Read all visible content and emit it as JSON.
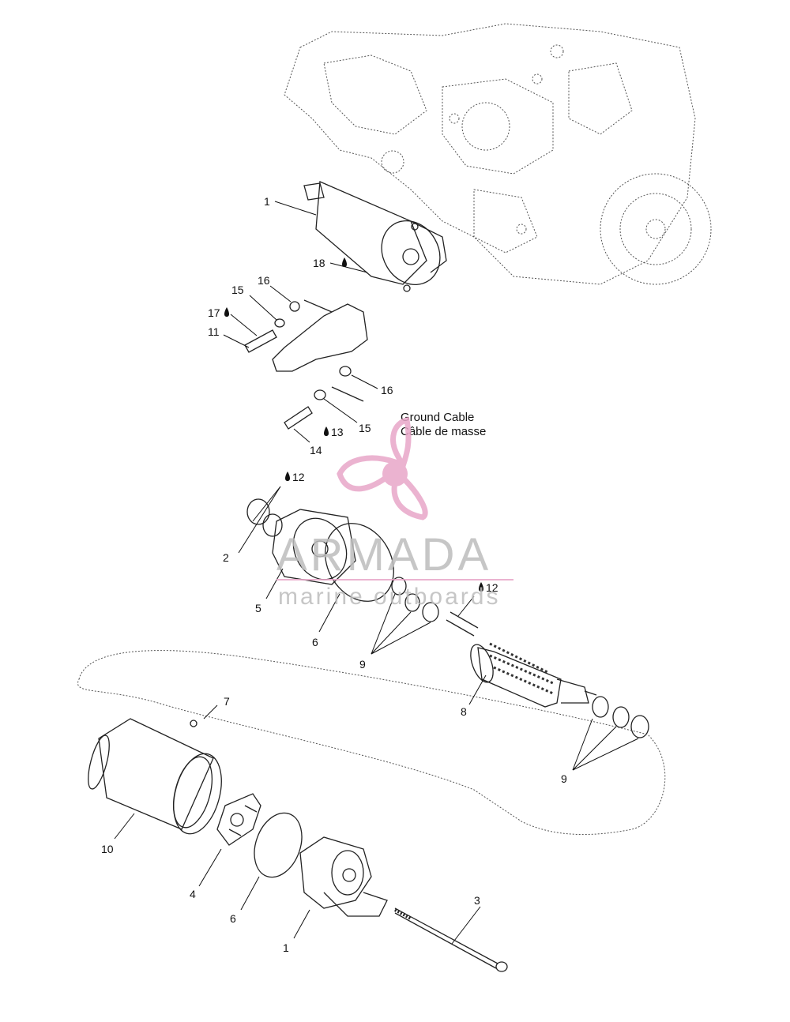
{
  "callouts": [
    {
      "id": "c1a",
      "text": "1"
    },
    {
      "id": "c18",
      "text": "18"
    },
    {
      "id": "c16a",
      "text": "16"
    },
    {
      "id": "c15a",
      "text": "15"
    },
    {
      "id": "c17",
      "text": "17"
    },
    {
      "id": "c11",
      "text": "11"
    },
    {
      "id": "c16b",
      "text": "16"
    },
    {
      "id": "c15b",
      "text": "15"
    },
    {
      "id": "c13",
      "text": "13"
    },
    {
      "id": "c14",
      "text": "14"
    },
    {
      "id": "c12a",
      "text": "12"
    },
    {
      "id": "c2",
      "text": "2"
    },
    {
      "id": "c5",
      "text": "5"
    },
    {
      "id": "c6a",
      "text": "6"
    },
    {
      "id": "c12b",
      "text": "12"
    },
    {
      "id": "c9a",
      "text": "9"
    },
    {
      "id": "c8",
      "text": "8"
    },
    {
      "id": "c7",
      "text": "7"
    },
    {
      "id": "c9b",
      "text": "9"
    },
    {
      "id": "c10",
      "text": "10"
    },
    {
      "id": "c4",
      "text": "4"
    },
    {
      "id": "c6b",
      "text": "6"
    },
    {
      "id": "c3",
      "text": "3"
    },
    {
      "id": "c1b",
      "text": "1"
    }
  ],
  "ground_cable": {
    "line1": "Ground Cable",
    "line2": "Câble de masse"
  },
  "watermark": {
    "brand": "ARMADA",
    "tagline": "marine outboards",
    "color": "#e8a6c8"
  },
  "icons": {
    "sealant": "drop-icon"
  }
}
